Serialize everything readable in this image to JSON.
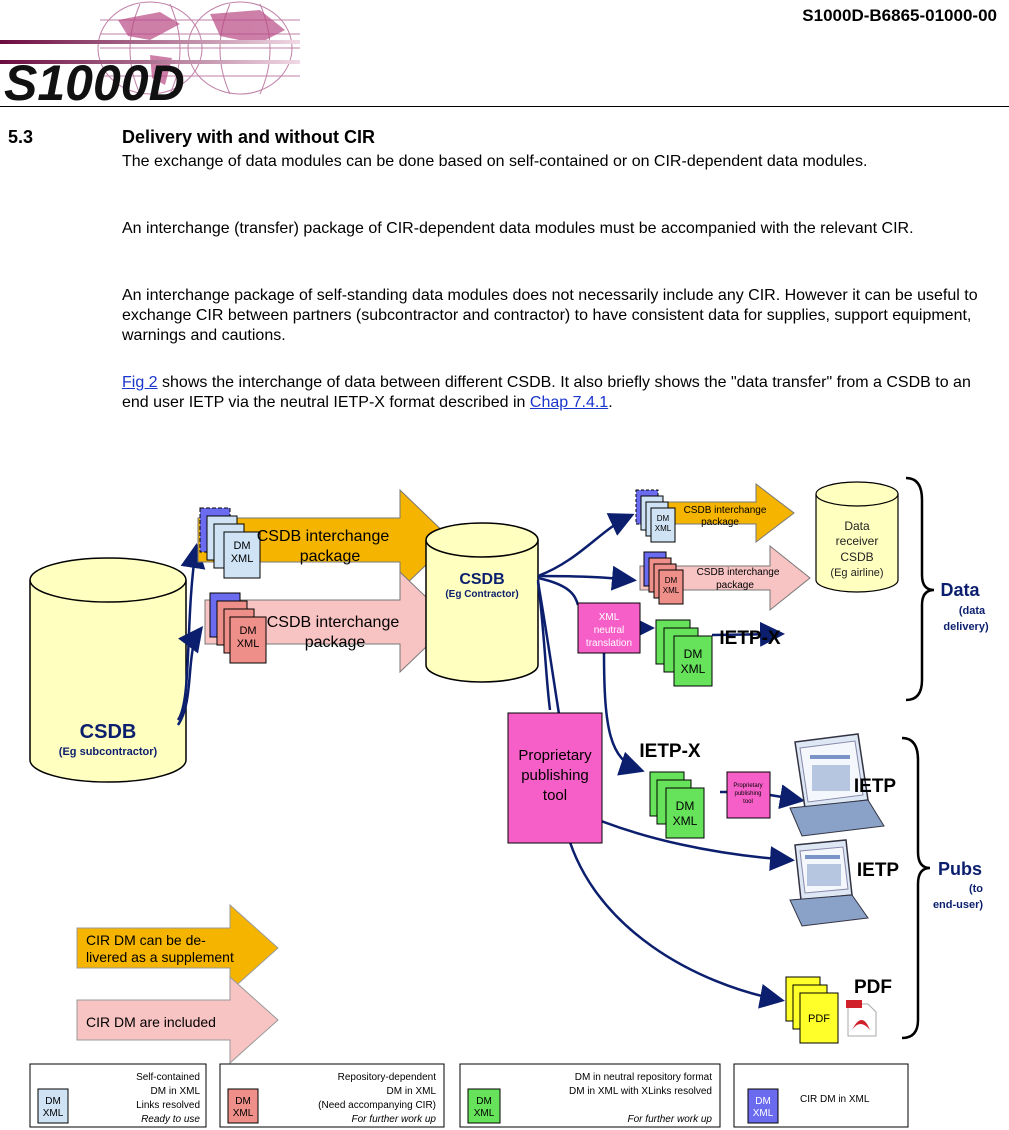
{
  "header": {
    "doc_id": "S1000D-B6865-01000-00",
    "logo_text": "S1000D"
  },
  "section": {
    "number": "5.3",
    "title": "Delivery with and without CIR",
    "para1": "The exchange of data modules can be done based on self-contained or on CIR-dependent data modules.",
    "para2": "An interchange (transfer) package of CIR-dependent data modules must be accompanied with the relevant CIR.",
    "para3": "An interchange package of self-standing data modules does not necessarily include any CIR. However it can be useful to exchange CIR between partners (subcontractor and contractor) to have consistent data for supplies, support equipment, warnings and cautions.",
    "para4": {
      "link1": "Fig 2",
      "text1": " shows the interchange of data between different CSDB. It also briefly shows the \"data transfer\" from a CSDB to an end user IETP via the neutral IETP-X format described in ",
      "link2": "Chap 7.4.1",
      "text2": "."
    }
  },
  "figure": {
    "csdb_sub": {
      "title": "CSDB",
      "sub": "(Eg subcontractor)"
    },
    "csdb_con": {
      "title": "CSDB",
      "sub": "(Eg Contractor)"
    },
    "receiver": {
      "l1": "Data",
      "l2": "receiver",
      "l3": "CSDB",
      "l4": "(Eg airline)"
    },
    "pkg_l1": "CSDB interchange",
    "pkg_l2": "package",
    "dm": "DM",
    "xml": "XML",
    "pdf": "PDF",
    "xml_neutral": {
      "l1": "XML",
      "l2": "neutral",
      "l3": "translation"
    },
    "ietpx": "IETP-X",
    "ietp": "IETP",
    "prop_tool": {
      "l1": "Proprietary",
      "l2": "publishing",
      "l3": "tool"
    },
    "small_tool": {
      "l1": "Proprietary",
      "l2": "publishing",
      "l3": "tool"
    },
    "data_brace": {
      "title": "Data",
      "s1": "(data",
      "s2": "delivery)"
    },
    "pubs_brace": {
      "title": "Pubs",
      "s1": "(to",
      "s2": "end-user)"
    },
    "supp_arrow": {
      "l1": "CIR DM can be de-",
      "l2": "livered as a supplement"
    },
    "incl_arrow": "CIR DM are included",
    "colors": {
      "blue_dm": "#cfe3f5",
      "red_dm": "#ef8f8a",
      "green_dm": "#66e35a",
      "cir_dm": "#6b6bef",
      "orange": "#f5b400",
      "pink": "#f8c3c3",
      "magenta": "#f75fc8",
      "yellow": "#ffff2a",
      "cylinder": "#ffffc0",
      "navy": "#0b1f6e"
    }
  },
  "legend": [
    {
      "l1": "Self-contained",
      "l2": "DM in XML",
      "l3": "Links resolved",
      "l4": "Ready to use"
    },
    {
      "l1": "Repository-dependent",
      "l2": "DM in XML",
      "l3": "(Need accompanying CIR)",
      "l4": "For further work up"
    },
    {
      "l1": "DM in neutral repository format",
      "l2": "DM in XML with XLinks resolved",
      "l3": "For further work up"
    },
    {
      "l1": "CIR DM in XML"
    }
  ]
}
